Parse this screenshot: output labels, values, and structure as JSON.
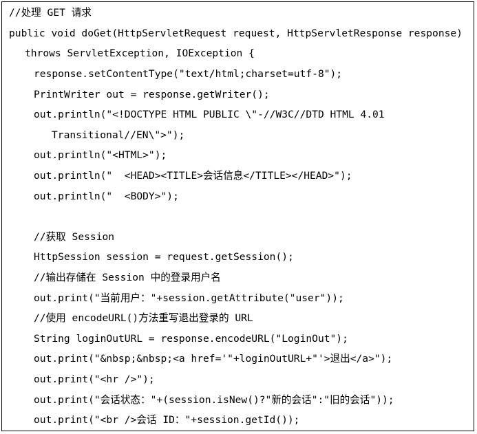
{
  "code_lines": [
    "//处理 GET 请求",
    "public void doGet(HttpServletRequest request, HttpServletResponse response)",
    "throws ServletException, IOException {",
    "response.setContentType(\"text/html;charset=utf-8\");",
    "PrintWriter out = response.getWriter();",
    "out.println(\"<!DOCTYPE HTML PUBLIC \\\"-//W3C//DTD HTML 4.01",
    "Transitional//EN\\\">\");",
    "out.println(\"<HTML>\");",
    "out.println(\"  <HEAD><TITLE>会话信息</TITLE></HEAD>\");",
    "out.println(\"  <BODY>\");",
    "",
    "//获取 Session",
    "HttpSession session = request.getSession();",
    "//输出存储在 Session 中的登录用户名",
    "out.print(\"当前用户：\"+session.getAttribute(\"user\"));",
    "//使用 encodeURL()方法重写退出登录的 URL",
    "String loginOutURL = response.encodeURL(\"LoginOut\");",
    "out.print(\"&nbsp;&nbsp;<a href='\"+loginOutURL+\"'>退出</a>\");",
    "out.print(\"<hr />\");",
    "out.print(\"会话状态：\"+(session.isNew()?\"新的会话\":\"旧的会话\"));",
    "out.print(\"<br />会话 ID：\"+session.getId());"
  ]
}
